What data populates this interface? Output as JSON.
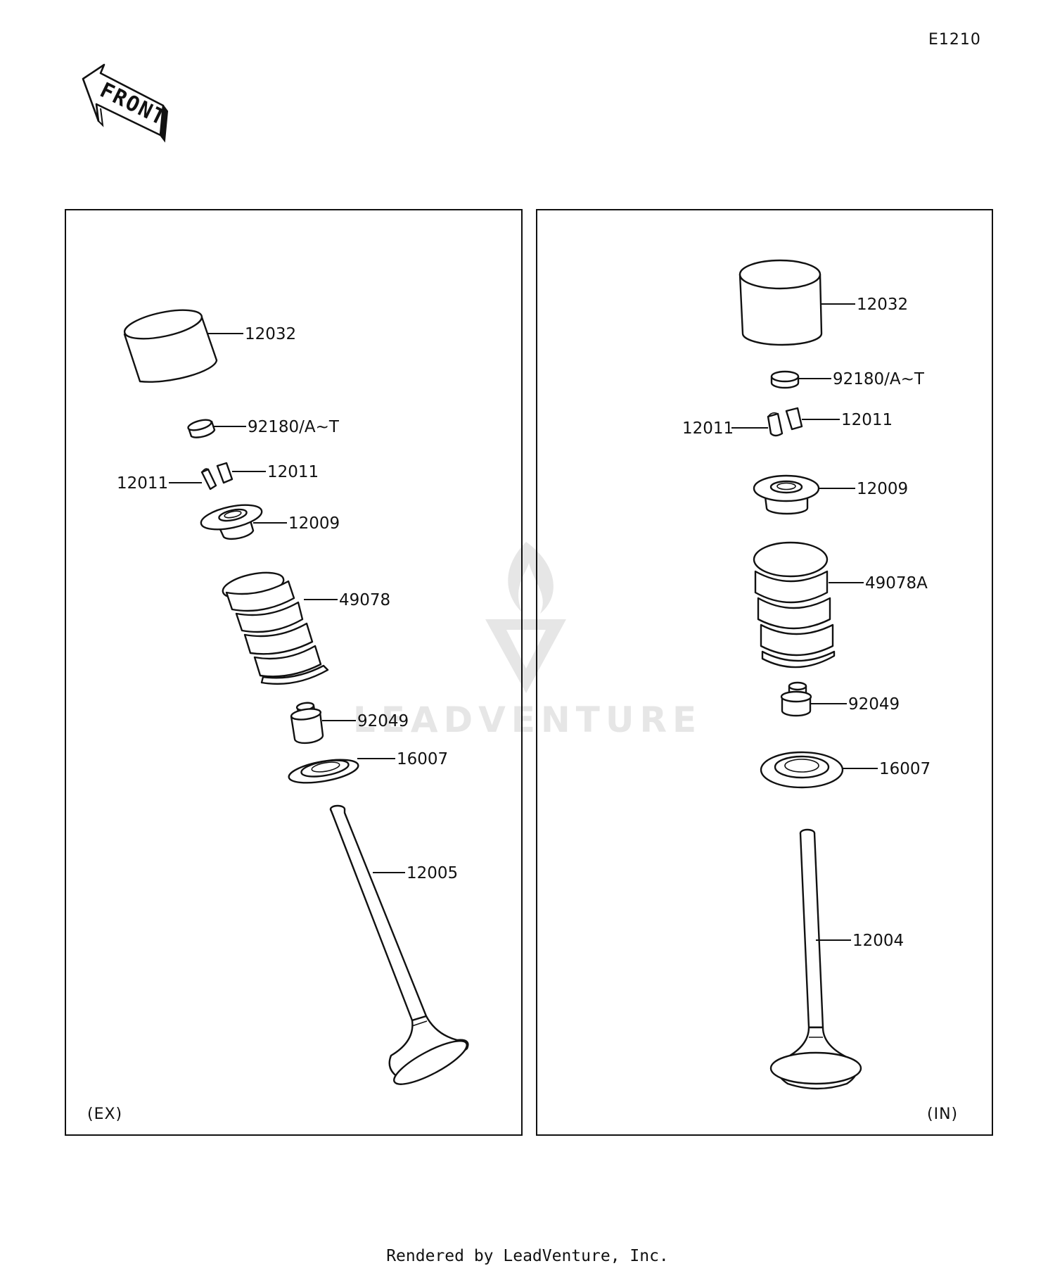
{
  "diagram_code": "E1210",
  "front_arrow_text": "FRONT",
  "watermark_text": "LEADVENTURE",
  "credit": "Rendered by LeadVenture, Inc.",
  "panels": {
    "exhaust": {
      "caption": "(EX)",
      "labels": {
        "bucket": "12032",
        "shim": "92180/A~T",
        "cotter_right": "12011",
        "cotter_left": "12011",
        "retainer": "12009",
        "spring": "49078",
        "stem_seal": "92049",
        "spring_seat": "16007",
        "valve": "12005"
      }
    },
    "intake": {
      "caption": "(IN)",
      "labels": {
        "bucket": "12032",
        "shim": "92180/A~T",
        "cotter_right": "12011",
        "cotter_left": "12011",
        "retainer": "12009",
        "spring": "49078A",
        "stem_seal": "92049",
        "spring_seat": "16007",
        "valve": "12004"
      }
    }
  }
}
